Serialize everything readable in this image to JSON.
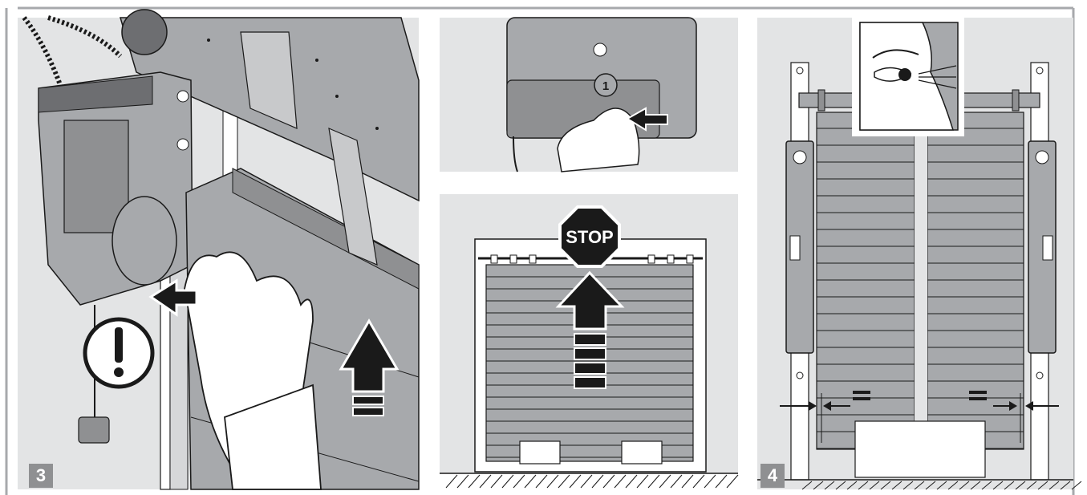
{
  "panels": [
    {
      "step_label": "3"
    },
    {
      "step_label": ""
    },
    {
      "step_label": "4"
    }
  ],
  "stop_sign": {
    "label": "STOP"
  },
  "button_label": "1",
  "colors": {
    "panel_bg": "#e3e4e5",
    "door_gray": "#a7a9ac",
    "dark_gray": "#6d6e71",
    "line": "#1a1a1a",
    "badge": "#8f9092",
    "frame_border": "#a7a9ac"
  },
  "icons": [
    "warning-exclamation-icon",
    "push-arrow-icon",
    "up-arrow-icon",
    "stop-sign-icon",
    "eye-icon",
    "spirit-level-icon",
    "equal-gap-arrows-icon"
  ]
}
